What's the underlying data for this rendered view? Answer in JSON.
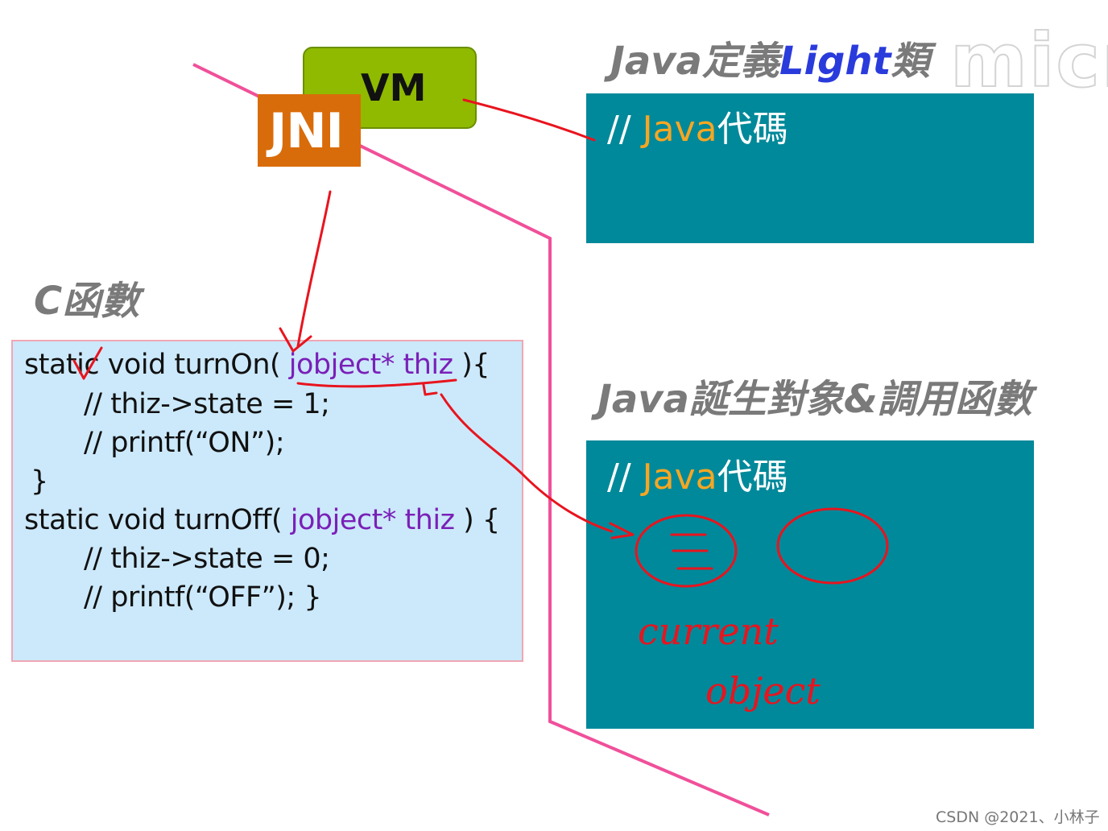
{
  "watermark": "micro",
  "vm": {
    "label": "VM"
  },
  "jni": {
    "label": "JNI"
  },
  "headings": {
    "top_right_pre": "Java定義",
    "top_right_accent": "Light",
    "top_right_post": "類",
    "left": "C函數",
    "bottom_right": "Java誕生對象&調用函數"
  },
  "panels": {
    "top": {
      "slashes": "// ",
      "java": "Java",
      "rest": "代碼"
    },
    "bottom": {
      "slashes": "// ",
      "java": "Java",
      "rest": "代碼"
    }
  },
  "code": {
    "line1_pre": "static void turnOn( ",
    "line1_kw": "jobject* thiz",
    "line1_post": " ){",
    "line2": "// thiz->state = 1;",
    "line3": "// printf(“ON”);",
    "line4": "}",
    "line5_pre": "static void turnOff( ",
    "line5_kw": "jobject* thiz",
    "line5_post": " ) {",
    "line6": "// thiz->state = 0;",
    "line7": "// printf(“OFF”); }"
  },
  "handwriting": {
    "word1": "current",
    "word2": "object"
  },
  "footer": "CSDN @2021、小林子",
  "colors": {
    "vm_green": "#8fba00",
    "jni_orange": "#d96c0a",
    "teal": "#00899a",
    "code_bg": "#cce9fb",
    "pink_line": "#f0509a",
    "annotation_red": "#e8141e"
  }
}
